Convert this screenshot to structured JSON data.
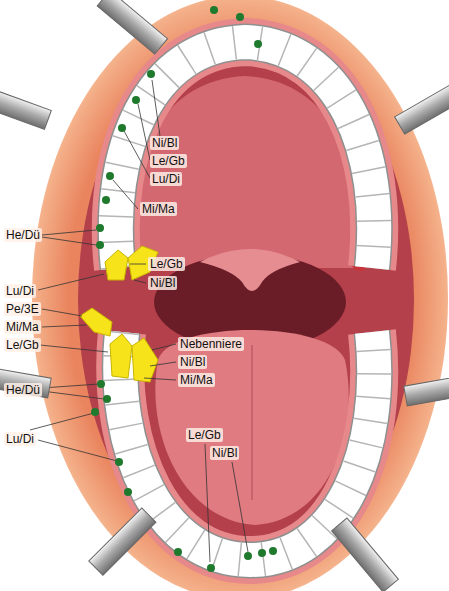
{
  "diagram": {
    "labels": [
      "Ni/Bl",
      "Le/Gb",
      "Lu/Di",
      "Mi/Ma",
      "He/Dü",
      "Le/Gb",
      "Ni/Bl",
      "Lu/Di",
      "Pe/3E",
      "Mi/Ma",
      "Nebenniere",
      "Le/Gb",
      "Ni/Bl",
      "He/Dü",
      "Mi/Ma",
      "Lu/Di",
      "Le/Gb",
      "Ni/Bl"
    ]
  }
}
